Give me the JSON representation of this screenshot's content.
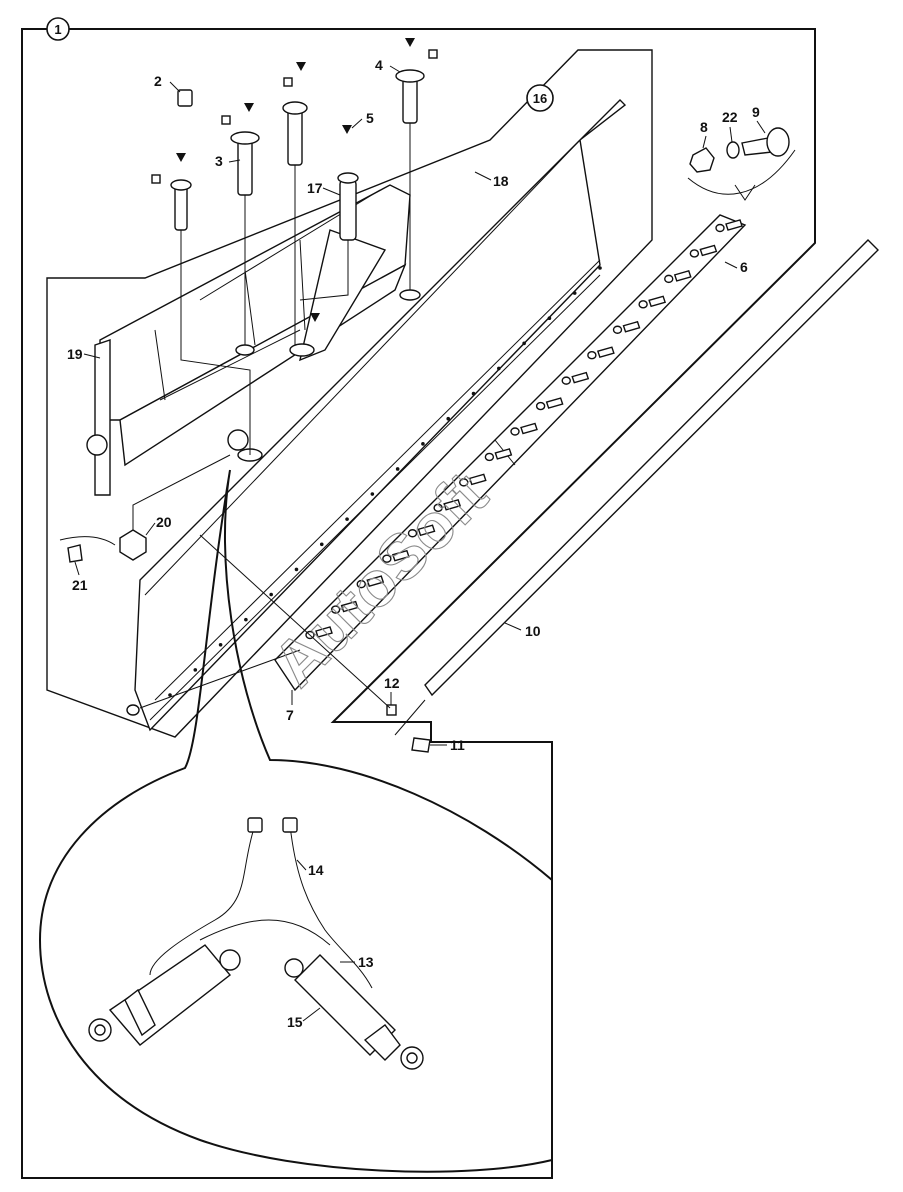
{
  "diagram": {
    "main_callout": "1",
    "subassembly_callout": "16",
    "watermark": "AutoSoft",
    "parts": [
      {
        "num": "2"
      },
      {
        "num": "3"
      },
      {
        "num": "4"
      },
      {
        "num": "5"
      },
      {
        "num": "6"
      },
      {
        "num": "7"
      },
      {
        "num": "8"
      },
      {
        "num": "9"
      },
      {
        "num": "10"
      },
      {
        "num": "11"
      },
      {
        "num": "12"
      },
      {
        "num": "13"
      },
      {
        "num": "14"
      },
      {
        "num": "15"
      },
      {
        "num": "17"
      },
      {
        "num": "18"
      },
      {
        "num": "19"
      },
      {
        "num": "20"
      },
      {
        "num": "21"
      },
      {
        "num": "22"
      }
    ]
  }
}
